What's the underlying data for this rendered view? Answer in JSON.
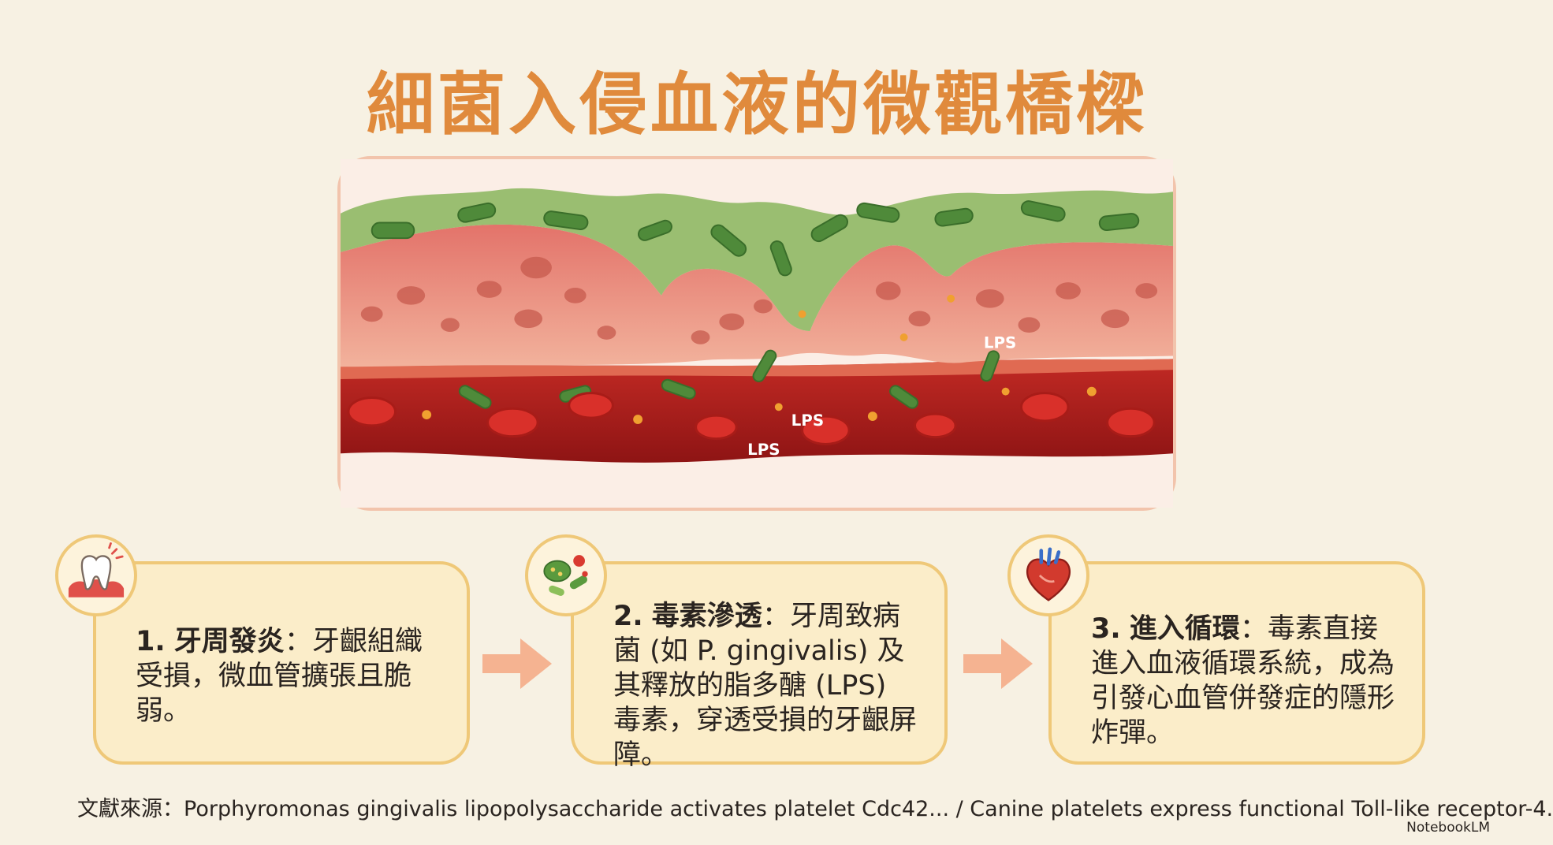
{
  "title": "細菌入侵血液的微觀橋樑",
  "illustration": {
    "lps_labels": [
      "LPS",
      "LPS",
      "LPS"
    ]
  },
  "steps": [
    {
      "number": "1.",
      "heading": "牙周發炎",
      "separator": "：",
      "body": "牙齦組織受損，微血管擴張且脆弱。",
      "icon": "inflamed-tooth-icon"
    },
    {
      "number": "2.",
      "heading": "毒素滲透",
      "separator": "：",
      "body": "牙周致病菌 (如 P. gingivalis) 及其釋放的脂多醣 (LPS) 毒素，穿透受損的牙齦屏障。",
      "icon": "bacteria-icon"
    },
    {
      "number": "3.",
      "heading": "進入循環",
      "separator": "：",
      "body": "毒素直接進入血液循環系統，成為引發心血管併發症的隱形炸彈。",
      "icon": "heart-icon"
    }
  ],
  "source": "文獻來源：Porphyromonas gingivalis lipopolysaccharide activates platelet Cdc42... / Canine platelets express functional Toll-like receptor-4.",
  "brand": "NotebookLM",
  "colors": {
    "title": "#e08a3c",
    "card_fill": "#fbedc9",
    "card_border": "#efc878",
    "background": "#f7f1e3",
    "arrow": "#f4a882"
  }
}
